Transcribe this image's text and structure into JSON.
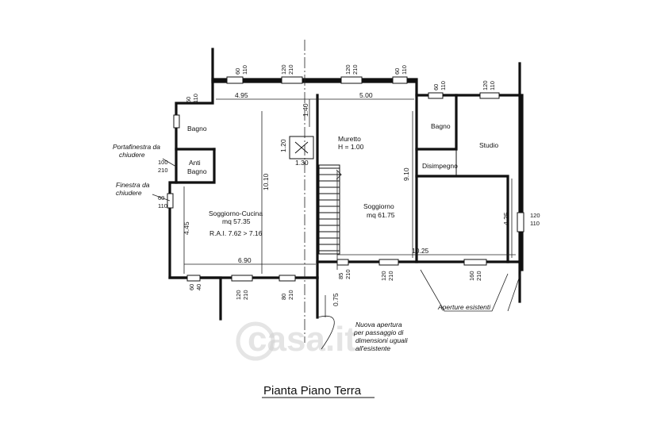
{
  "title": "Pianta Piano Terra",
  "watermark": "casa.it",
  "rooms": {
    "bagno_left": "Bagno",
    "anti_bagno_1": "Anti",
    "anti_bagno_2": "Bagno",
    "soggiorno_cucina": "Soggiorno-Cucina",
    "soggiorno_cucina_area": "mq 57.35",
    "rai": "R.A.I. 7.62 > 7.16",
    "bagno_right": "Bagno",
    "disimpegno": "Disimpegno",
    "studio": "Studio",
    "soggiorno": "Soggiorno",
    "soggiorno_area": "mq 61.75",
    "muretto": "Muretto",
    "muretto_h": "H = 1.00"
  },
  "notes": {
    "portafinestra_1": "Portafinestra da",
    "portafinestra_2": "chiudere",
    "finestra_1": "Finestra da",
    "finestra_2": "chiudere",
    "aperture": "Aperture esistenti",
    "nuova_1": "Nuova apertura",
    "nuova_2": "per passaggio di",
    "nuova_3": "dimensioni uguali",
    "nuova_4": "all'esistente"
  },
  "dimensions": {
    "d495": "4.95",
    "d500": "5.00",
    "d140": "1.40",
    "d120a": "1.20",
    "d130": "1.30",
    "d1010": "10.10",
    "d910": "9.10",
    "d445": "4.45",
    "d690": "6.90",
    "d1025": "10.25",
    "d425": "4.25",
    "d075": "0.75"
  },
  "openings": {
    "o60": "60",
    "o110": "110",
    "o120": "120",
    "o210": "210",
    "o100": "100",
    "o40": "40",
    "o80": "80",
    "o85": "85",
    "o160": "160"
  }
}
